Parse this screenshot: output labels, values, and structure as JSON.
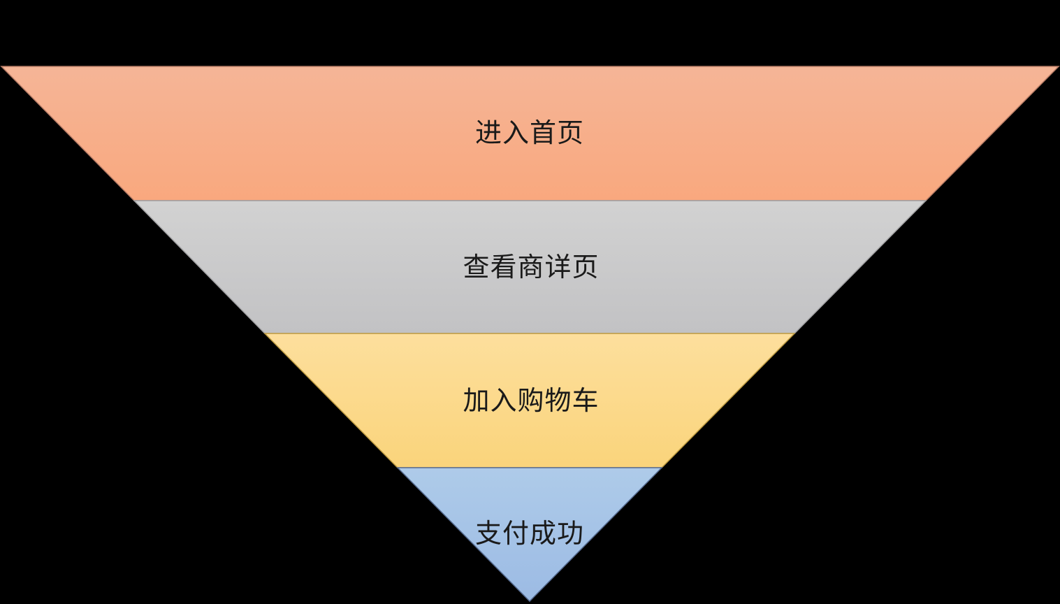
{
  "background_color": "#000000",
  "funnel": {
    "kind": "inverted-pyramid-funnel",
    "text_color": "#1A1A1A",
    "stages": [
      {
        "label": "进入首页",
        "color_top": "#F5B597",
        "color_bottom": "#F9A87E",
        "border": "#B87C66"
      },
      {
        "label": "查看商详页",
        "color_top": "#D2D2D2",
        "color_bottom": "#C2C2C4",
        "border": "#A0A0A2"
      },
      {
        "label": "加入购物车",
        "color_top": "#FDDF9D",
        "color_bottom": "#FAD47B",
        "border": "#BF9C42"
      },
      {
        "label": "支付成功",
        "color_top": "#AECBE9",
        "color_bottom": "#9CBBE4",
        "border": "#566B90"
      }
    ]
  }
}
